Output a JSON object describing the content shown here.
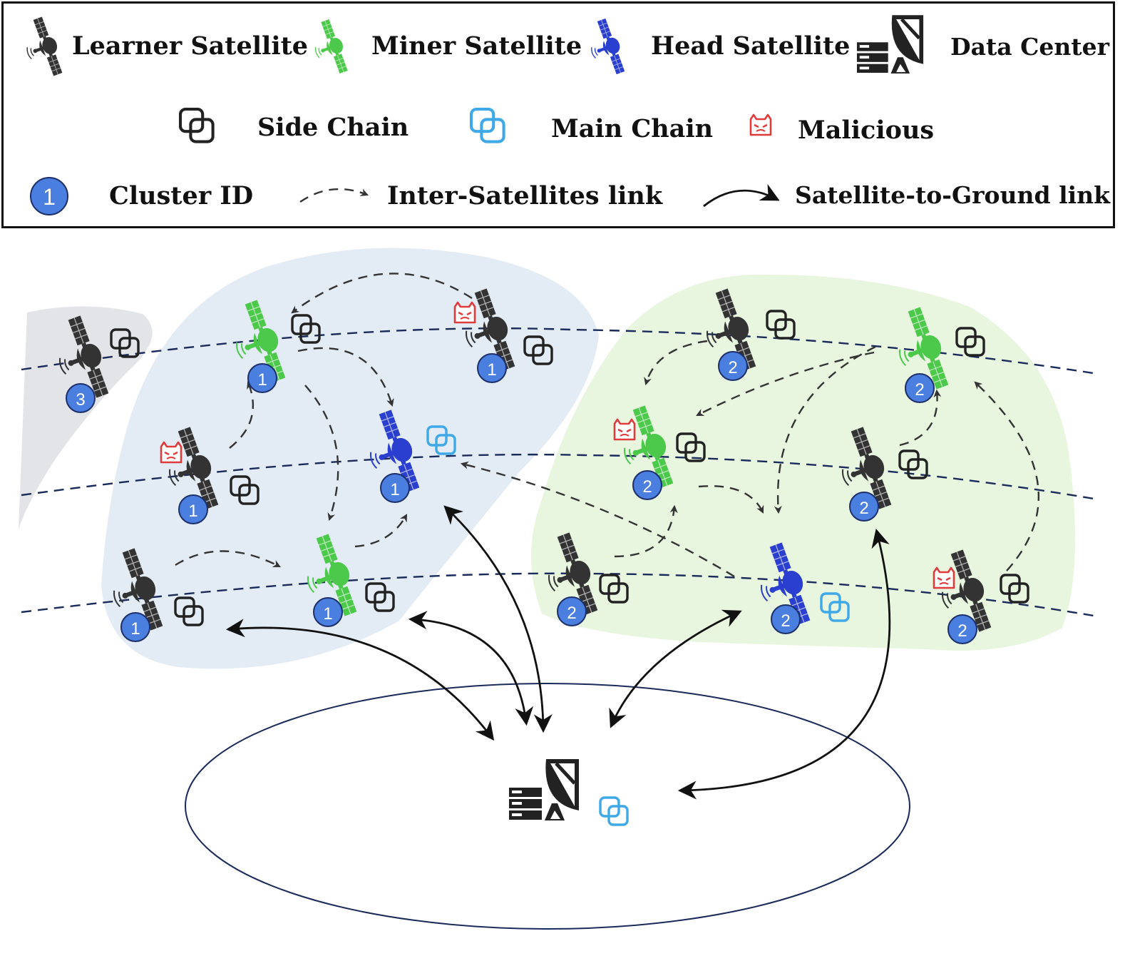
{
  "legend": {
    "learner_label": "Learner Satellite",
    "miner_label": "Miner Satellite",
    "head_label": "Head Satellite",
    "datacenter_label": "Data Center",
    "sidechain_label": "Side Chain",
    "mainchain_label": "Main Chain",
    "malicious_label": "Malicious",
    "cluster_label": "Cluster ID",
    "cluster_sample": "1",
    "isl_label": "Inter-Satellites link",
    "sgl_label": "Satellite-to-Ground link"
  },
  "colors": {
    "learner": "#333333",
    "miner": "#4cc94a",
    "head": "#2a3fd0",
    "malicious": "#e03b3b",
    "side_chain": "#222222",
    "main_chain": "#3fa9e8",
    "cluster_badge": "#4a7fe0",
    "region_blue": "#e3ecf4",
    "region_green": "#e8f6e0",
    "region_gray": "#e2e4e7",
    "orbit": "#1a2a5a"
  },
  "satellites": [
    {
      "id": "s1",
      "role": "learner",
      "cluster": "3",
      "malicious": false,
      "chain": "side"
    },
    {
      "id": "s2",
      "role": "miner",
      "cluster": "1",
      "malicious": false,
      "chain": "side"
    },
    {
      "id": "s3",
      "role": "learner",
      "cluster": "1",
      "malicious": true,
      "chain": "side"
    },
    {
      "id": "s4",
      "role": "learner",
      "cluster": "1",
      "malicious": true,
      "chain": "side"
    },
    {
      "id": "s5",
      "role": "head",
      "cluster": "1",
      "malicious": false,
      "chain": "main"
    },
    {
      "id": "s6",
      "role": "learner",
      "cluster": "1",
      "malicious": false,
      "chain": "side"
    },
    {
      "id": "s7",
      "role": "miner",
      "cluster": "1",
      "malicious": false,
      "chain": "side"
    },
    {
      "id": "s8",
      "role": "learner",
      "cluster": "2",
      "malicious": false,
      "chain": "side"
    },
    {
      "id": "s9",
      "role": "miner",
      "cluster": "2",
      "malicious": false,
      "chain": "side"
    },
    {
      "id": "s10",
      "role": "miner",
      "cluster": "2",
      "malicious": true,
      "chain": "side"
    },
    {
      "id": "s11",
      "role": "learner",
      "cluster": "2",
      "malicious": false,
      "chain": "side"
    },
    {
      "id": "s12",
      "role": "learner",
      "cluster": "2",
      "malicious": false,
      "chain": "side"
    },
    {
      "id": "s13",
      "role": "head",
      "cluster": "2",
      "malicious": false,
      "chain": "main"
    },
    {
      "id": "s14",
      "role": "learner",
      "cluster": "2",
      "malicious": true,
      "chain": "side"
    }
  ],
  "ground_station": {
    "role": "datacenter",
    "chain": "main"
  }
}
